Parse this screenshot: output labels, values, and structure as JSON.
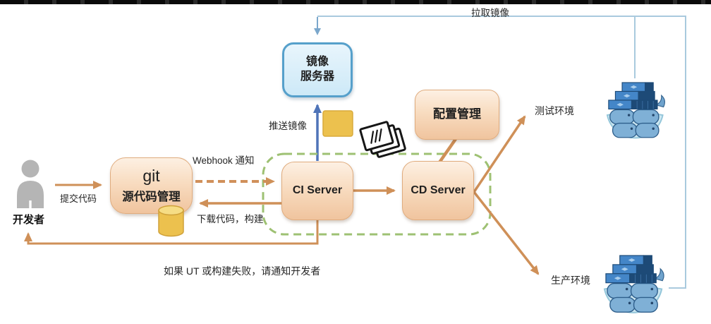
{
  "diagram": {
    "title_hint": "CI/CD pipeline diagram",
    "labels": {
      "pull_image": "拉取镜像",
      "push_image": "推送镜像",
      "webhook": "Webhook 通知",
      "submit_code": "提交代码",
      "download_build": "下载代码，构建",
      "failure_note": "如果 UT 或构建失败，请通知开发者",
      "test_env": "测试环境",
      "prod_env": "生产环境",
      "developer": "开发者"
    },
    "nodes": {
      "image_server_line1": "镜像",
      "image_server_line2": "服务器",
      "config_label": "配置管理",
      "git_title": "git",
      "git_subtitle": "源代码管理",
      "ci_label": "CI Server",
      "cd_label": "CD Server"
    },
    "icons": {
      "developer": "person-icon",
      "git_storage": "database-cylinder-icon",
      "image_package": "yellow-package-icon",
      "build_artifacts": "papers-stack-icon",
      "test_cluster": "docker-swarm-icon",
      "prod_cluster": "docker-swarm-icon"
    },
    "colors": {
      "orange_box_border": "#e0ac7e",
      "orange_box_fill_top": "#fdf0e3",
      "orange_box_fill_bottom": "#f0c49e",
      "blue_box_fill": "#cde9f7",
      "blue_box_border": "#56a0cb",
      "arrow_orange": "#cf9058",
      "arrow_steel_blue": "#4f74b8",
      "line_light_blue": "#a9cade",
      "dashed_green": "#9ec173",
      "yellow_storage": "#ecc14e",
      "person_gray": "#b5b5b5"
    }
  }
}
